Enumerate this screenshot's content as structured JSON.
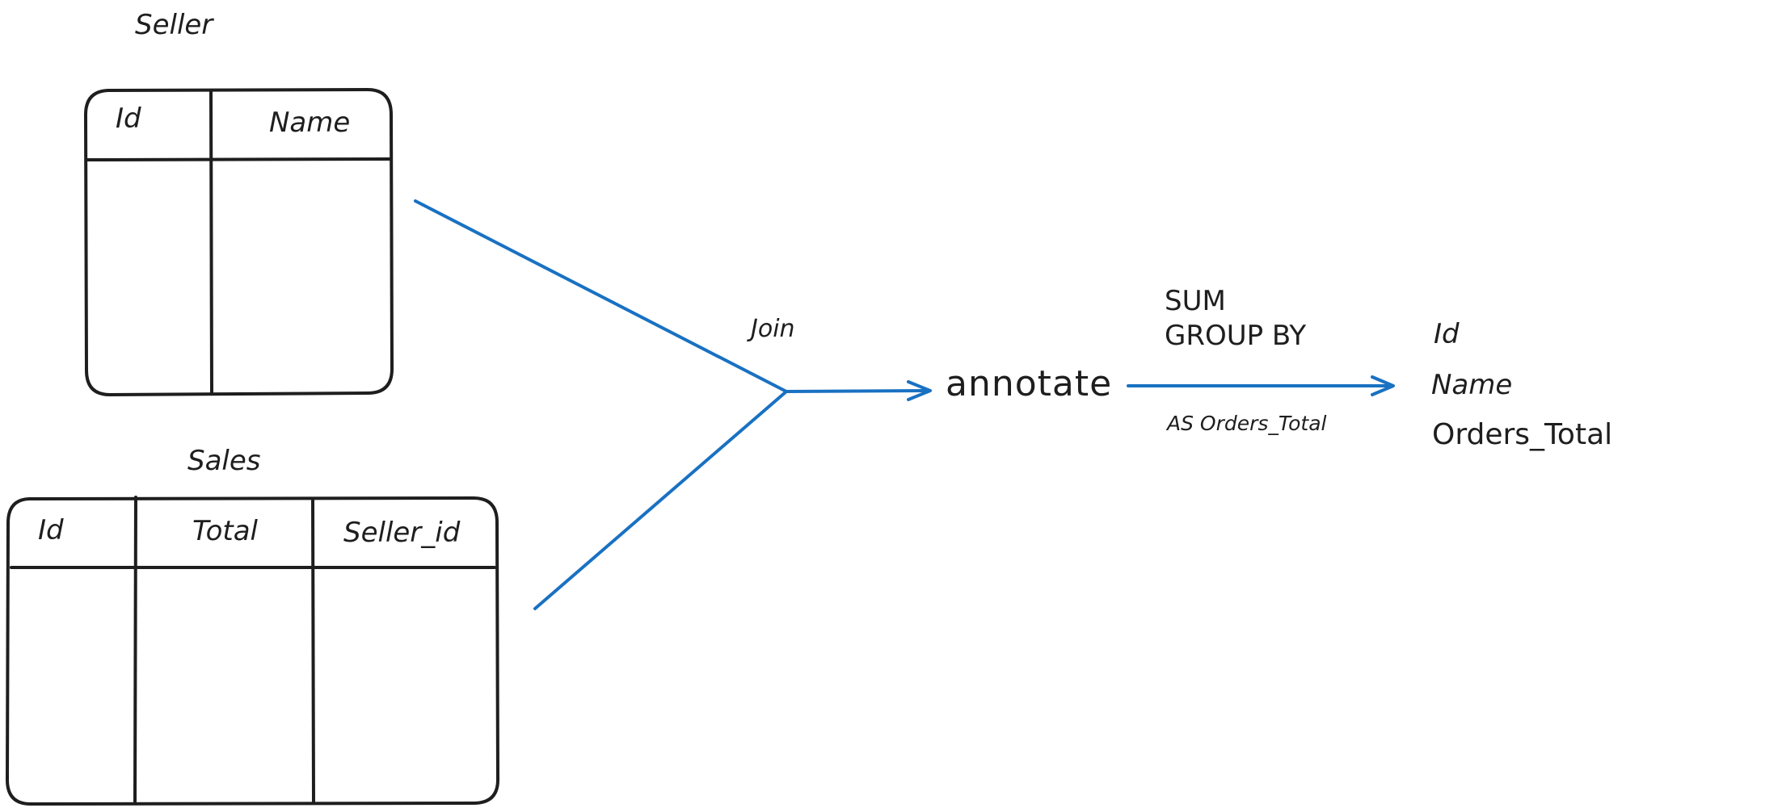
{
  "seller_table": {
    "title": "Seller",
    "columns": [
      "Id",
      "Name"
    ]
  },
  "sales_table": {
    "title": "Sales",
    "columns": [
      "Id",
      "Total",
      "Seller_id"
    ]
  },
  "join_label": "Join",
  "annotate_label": "annotate",
  "aggregation": {
    "sum": "SUM",
    "group_by": "GROUP BY",
    "alias": "AS Orders_Total"
  },
  "result_fields": [
    "Id",
    "Name",
    "Orders_Total"
  ],
  "colors": {
    "ink": "#1e1e1e",
    "connector": "#1971c2"
  }
}
